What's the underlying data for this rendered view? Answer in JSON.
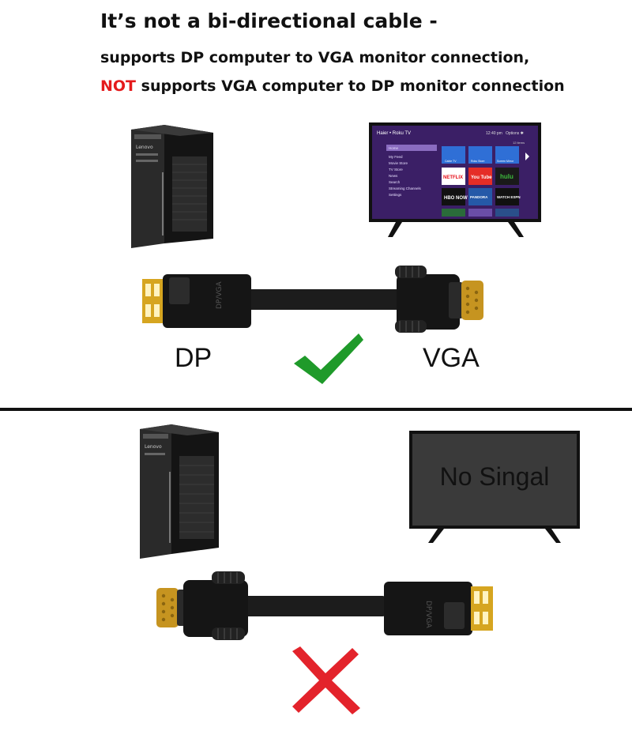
{
  "header": {
    "headline": "It’s not a bi-directional  cable -",
    "line1": "supports DP computer to VGA monitor connection,",
    "line2_prefix": "NOT",
    "line2_rest": " supports VGA computer to DP monitor connection"
  },
  "top_panel": {
    "left_label": "DP",
    "right_label": "VGA",
    "pc_brand": "Lenovo",
    "tv": {
      "brand": "Haier • Roku TV",
      "time": "12:40 pm",
      "options": "Options ✱",
      "item_count": "12 items",
      "menu": [
        "Home",
        "My Feed",
        "Movie Store",
        "TV Store",
        "News",
        "Search",
        "Streaming Channels",
        "Settings"
      ],
      "tiles_top": [
        "Cable TV",
        "Roku Store",
        "Screen Mirror"
      ],
      "tiles": [
        "NETFLIX",
        "You Tube",
        "hulu",
        "HBO NOW",
        "PANDORA",
        "WATCH ESPN"
      ]
    },
    "cable_text": "DP/VGA"
  },
  "bottom_panel": {
    "monitor_text": "No Singal",
    "pc_brand": "Lenovo"
  },
  "colors": {
    "alert_red": "#e41a1c",
    "check_green": "#1f9a2a",
    "cross_red": "#e3232b",
    "gold_contacts": "#d6a520"
  }
}
